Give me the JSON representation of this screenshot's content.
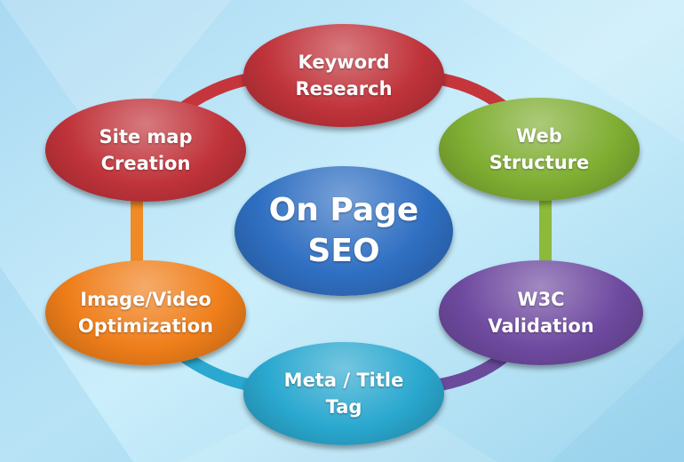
{
  "diagram": {
    "center": {
      "line1": "On Page",
      "line2": "SEO",
      "color": "#2f6fc2"
    },
    "nodes": [
      {
        "id": "keyword",
        "line1": "Keyword",
        "line2": "Research",
        "color": "#c0333a"
      },
      {
        "id": "web",
        "line1": "Web",
        "line2": "Structure",
        "color": "#7fae32"
      },
      {
        "id": "w3c",
        "line1": "W3C",
        "line2": "Validation",
        "color": "#6f4aa0"
      },
      {
        "id": "meta",
        "line1": "Meta / Title",
        "line2": "Tag",
        "color": "#2aa8cf"
      },
      {
        "id": "image",
        "line1": "Image/Video",
        "line2": "Optimization",
        "color": "#ef7e1a"
      },
      {
        "id": "site",
        "line1": "Site map",
        "line2": "Creation",
        "color": "#c0333a"
      }
    ]
  }
}
